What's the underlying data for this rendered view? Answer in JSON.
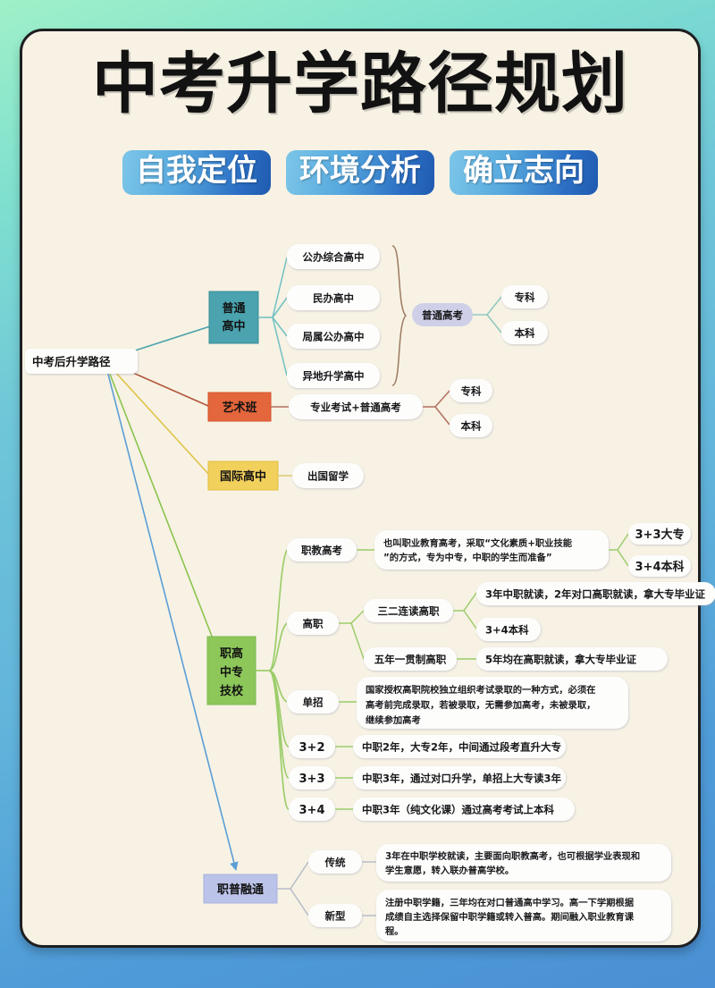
{
  "header": {
    "title": "中考升学路径规划",
    "badges": [
      "自我定位",
      "环境分析",
      "确立志向"
    ]
  },
  "colors": {
    "bg_start": "#9ff0c8",
    "bg_end": "#4a90d4",
    "card": "#f7f2e4",
    "branch_senior_high": "#3d9aa5",
    "branch_art": "#b2563c",
    "branch_intl": "#e0c44a",
    "branch_voc": "#8cc44e",
    "branch_fusion": "#5b9ed6",
    "node_senior_high": "#4aa3ae",
    "node_art": "#e4663c",
    "node_intl": "#f2d05c",
    "node_voc": "#8dc75a",
    "node_fusion": "#bcc3e8",
    "node_gaokao": "#cfd0e8"
  },
  "mindmap": {
    "root": "中考后升学路径",
    "branches": [
      {
        "id": "senior-high",
        "label": "普通\n高中",
        "label_lines": [
          "普通",
          "高中"
        ],
        "children": [
          "公办综合高中",
          "民办高中",
          "局属公办高中",
          "异地升学高中"
        ],
        "merge_node": "普通高考",
        "merge_children": [
          "专科",
          "本科"
        ]
      },
      {
        "id": "art-class",
        "label": "艺术班",
        "children": [
          "专业考试+普通高考"
        ],
        "leaf_children": [
          "专科",
          "本科"
        ]
      },
      {
        "id": "international",
        "label": "国际高中",
        "children": [
          "出国留学"
        ]
      },
      {
        "id": "vocational",
        "label_lines": [
          "职高",
          "中专",
          "技校"
        ],
        "items": [
          {
            "name": "职教高考",
            "desc": "也叫职业教育高考，采取“文化素质+职业技能”的方式，专为中专，中职的学生而准备”",
            "desc_lines": [
              "也叫职业教育高考，采取“文化素质+职业技能",
              "”的方式，专为中专，中职的学生而准备”"
            ],
            "tails": [
              "3+3大专",
              "3+4本科"
            ]
          },
          {
            "name": "高职",
            "subitems": [
              {
                "name": "三二连读高职",
                "tails": [
                  "3年中职就读，2年对口高职就读，拿大专毕业证",
                  "3+4本科"
                ]
              },
              {
                "name": "五年一贯制高职",
                "tails": [
                  "5年均在高职就读，拿大专毕业证"
                ]
              }
            ]
          },
          {
            "name": "单招",
            "desc_lines": [
              "国家授权高职院校独立组织考试录取的一种方式，必须在",
              "高考前完成录取，若被录取，无需参加高考，未被录取，",
              "继续参加高考"
            ]
          },
          {
            "name": "3+2",
            "desc_lines": [
              "中职2年，大专2年，中间通过段考直升大专"
            ]
          },
          {
            "name": "3+3",
            "desc_lines": [
              "中职3年，通过对口升学，单招上大专读3年"
            ]
          },
          {
            "name": "3+4",
            "desc_lines": [
              "中职3年（纯文化课）通过高考考试上本科"
            ]
          }
        ]
      },
      {
        "id": "fusion",
        "label": "职普融通",
        "items": [
          {
            "name": "传统",
            "desc_lines": [
              "3年在中职学校就读，主要面向职教高考，也可根据学业表现和",
              "学生意愿，转入联办普高学校。"
            ]
          },
          {
            "name": "新型",
            "desc_lines": [
              "注册中职学籍，三年均在对口普通高中学习。高一下学期根据",
              "成绩自主选择保留中职学籍或转入普高。期间融入职业教育课",
              "程。"
            ]
          }
        ]
      }
    ]
  }
}
